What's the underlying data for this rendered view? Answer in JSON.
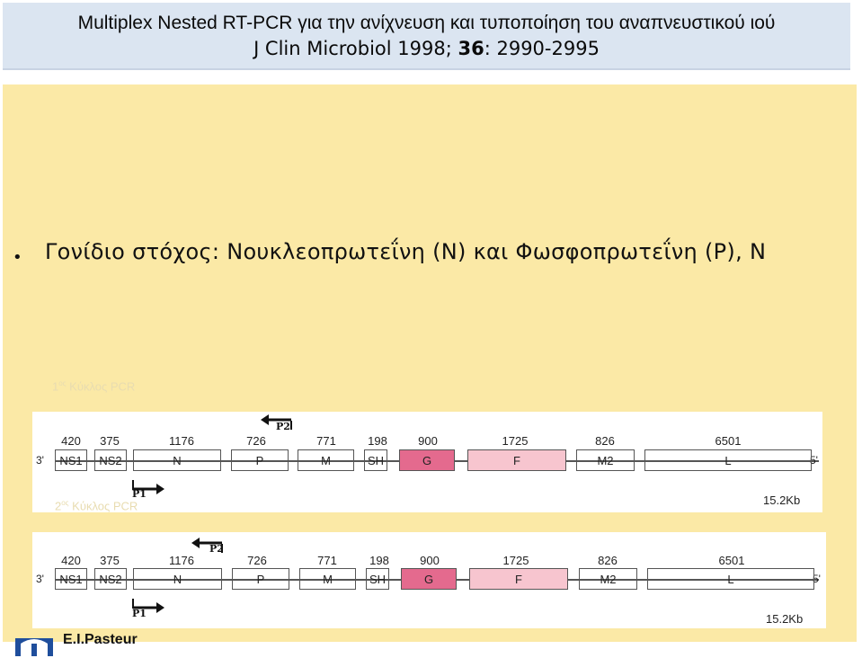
{
  "title": {
    "line1": "Multiplex Nested RT-PCR για την ανίχνευση και τυποποίηση του αναπνευστικού ιού",
    "line2_prefix": "J Clin Microbiol 1998; ",
    "line2_volume": "36",
    "line2_suffix": ": 2990-2995"
  },
  "bullet": "Γονίδιο στόχος: Νουκλεοπρωτεΐνη (Ν) και Φωσφοπρωτεΐνη (P), N",
  "cycle1": {
    "num": "1",
    "sup": "ος",
    "text": " Κύκλος PCR"
  },
  "cycle2": {
    "num": "2",
    "sup": "ος",
    "text": " Κύκλος PCR"
  },
  "genome": {
    "three_prime": "3'",
    "five_prime": "5'",
    "size": "15.2Kb",
    "genes": [
      {
        "name": "NS1",
        "length": "420"
      },
      {
        "name": "NS2",
        "length": "375"
      },
      {
        "name": "N",
        "length": "1176"
      },
      {
        "name": "P",
        "length": "726"
      },
      {
        "name": "M",
        "length": "771"
      },
      {
        "name": "SH",
        "length": "198"
      },
      {
        "name": "G",
        "length": "900"
      },
      {
        "name": "F",
        "length": "1725"
      },
      {
        "name": "M2",
        "length": "826"
      },
      {
        "name": "L",
        "length": "6501"
      }
    ],
    "highlight_colors": {
      "G": "#e46a8e",
      "F": "#f7c5cf"
    }
  },
  "map1": {
    "primer_forward": "P1",
    "primer_reverse": "P2"
  },
  "map2": {
    "primer_forward": "P1",
    "primer_reverse": "P2"
  },
  "footer": {
    "logo_text": "Ε.Ι.Pasteur"
  }
}
